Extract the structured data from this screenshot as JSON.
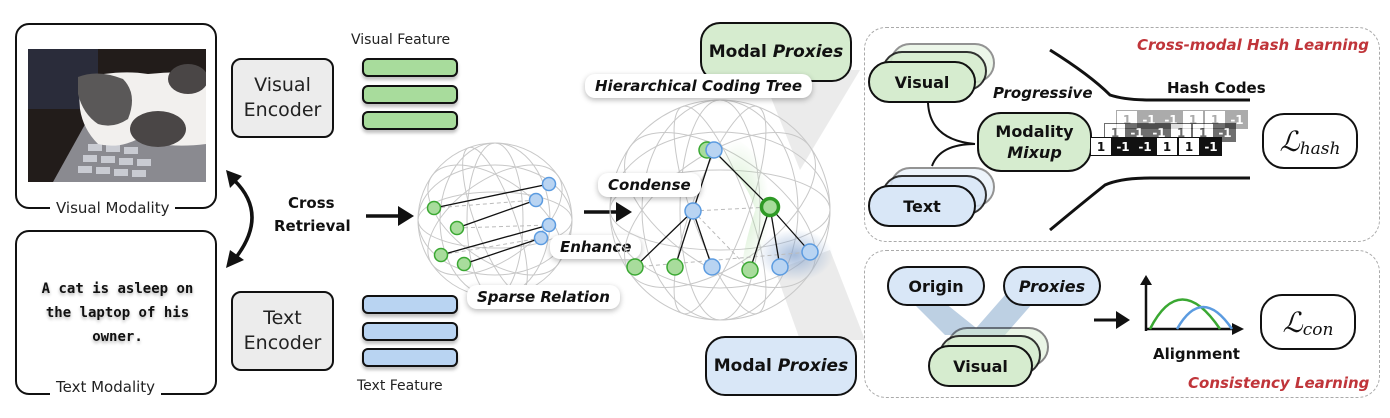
{
  "left": {
    "visual_modality": {
      "caption": "Visual Modality",
      "image": "cat-sleeping-on-laptop-photo"
    },
    "text_modality": {
      "caption": "Text Modality",
      "sentence": "A cat is asleep on the laptop of his owner."
    },
    "cross_retrieval": {
      "line1": "Cross",
      "line2": "Retrieval"
    }
  },
  "encoders": {
    "visual": {
      "line1": "Visual",
      "line2": "Encoder"
    },
    "text": {
      "line1": "Text",
      "line2": "Encoder"
    }
  },
  "features": {
    "visual_label": "Visual Feature",
    "text_label": "Text Feature",
    "visual_color": "#a8dc9c",
    "text_color": "#b9d4f2"
  },
  "sphere_tags": {
    "sparse_relation": "Sparse Relation",
    "enhance": "Enhance",
    "condense": "Condense",
    "hierarchical_coding_tree": "Hierarchical Coding Tree"
  },
  "proxies": {
    "top": {
      "word": "Modal",
      "italic": "Proxies",
      "color": "#d6eccf"
    },
    "bottom": {
      "word": "Modal",
      "italic": "Proxies",
      "color": "#d9e7f7"
    }
  },
  "hash_panel": {
    "title": "Cross-modal Hash Learning",
    "visual": "Visual",
    "text": "Text",
    "progressive": "Progressive",
    "mixup_line1": "Modality",
    "mixup_line2": "Mixup",
    "hash_codes_label": "Hash Codes",
    "codes": [
      "1",
      "-1",
      "-1",
      "1",
      "1",
      "-1"
    ],
    "loss": {
      "symbol": "ℒ",
      "subscript": "hash"
    }
  },
  "consistency_panel": {
    "title": "Consistency Learning",
    "origin": "Origin",
    "proxies": "Proxies",
    "visual": "Visual",
    "alignment": "Alignment",
    "loss": {
      "symbol": "ℒ",
      "subscript": "con"
    }
  },
  "colors": {
    "accent_red": "#c0353a",
    "green_node": "#a8dc9c",
    "green_stroke": "#3aa832",
    "blue_node": "#b9d4f2",
    "blue_stroke": "#5b9be0"
  }
}
